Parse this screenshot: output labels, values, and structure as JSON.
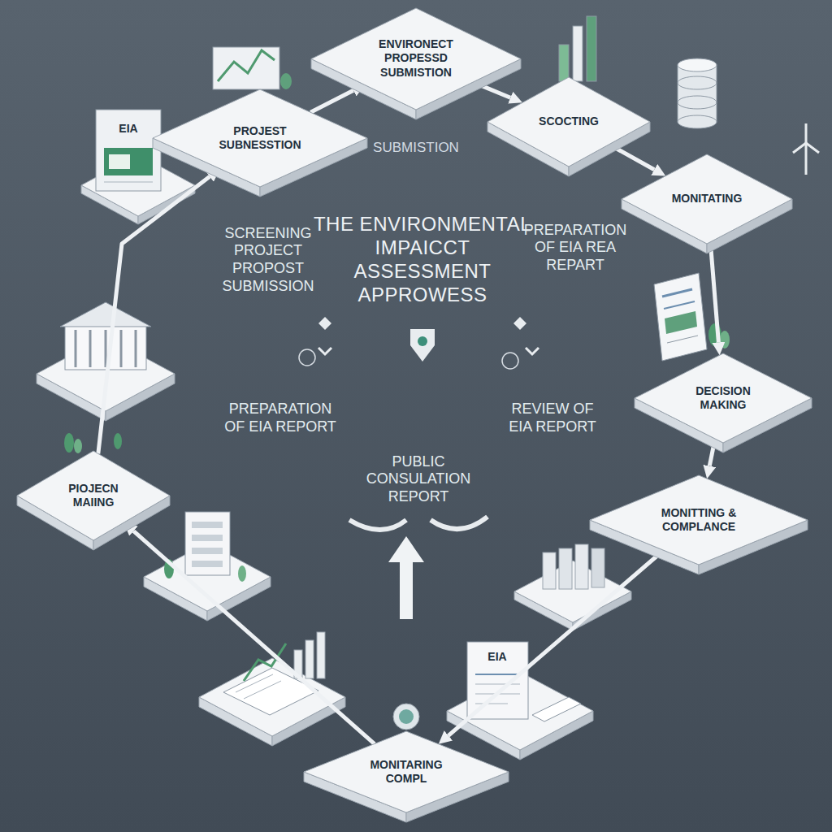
{
  "diagram": {
    "title": "THE ENVIRONMENTAL IMPAICCT ASSESSMENT APPROWESS",
    "nodes": [
      {
        "text": [
          "PROJEST SUBNESSTION"
        ]
      },
      {
        "text": [
          "ENVIRONECT PROPESSD SUBMISTION"
        ]
      },
      {
        "text": [
          "SCOCTING"
        ]
      },
      {
        "text": [
          "MONITATING"
        ]
      },
      {
        "text": [
          "DECISION MAKING"
        ]
      },
      {
        "text": [
          "MONITTING & COMPLANCE"
        ]
      },
      {
        "text": [
          "MONITARING COMPL"
        ]
      },
      {
        "text": [
          "PIOJECN MAIING"
        ]
      }
    ],
    "edges": [
      {
        "from": 0,
        "to": 1,
        "arrow": "to"
      },
      {
        "from": 1,
        "to": 2,
        "arrow": "to"
      },
      {
        "from": 2,
        "to": 3,
        "arrow": "to"
      },
      {
        "from": 3,
        "to": 4,
        "arrow": "to"
      },
      {
        "from": 4,
        "to": 5,
        "arrow": "to"
      },
      {
        "from": 5,
        "to": 6,
        "arrow": "to"
      },
      {
        "from": 6,
        "to": 7,
        "arrow": "to"
      },
      {
        "from": 7,
        "to": 0,
        "arrow": "to"
      }
    ],
    "labels": [
      "SUBMISTION",
      "SCREENING PROJECT PROPOST SUBMISSION",
      "PREPARATION OF EIA REA REPART",
      "PREPARATION OF EIA REPORT",
      "REVIEW OF EIA REPORT",
      "PUBLIC CONSULATION REPORT",
      "EIA",
      "EIA"
    ]
  }
}
